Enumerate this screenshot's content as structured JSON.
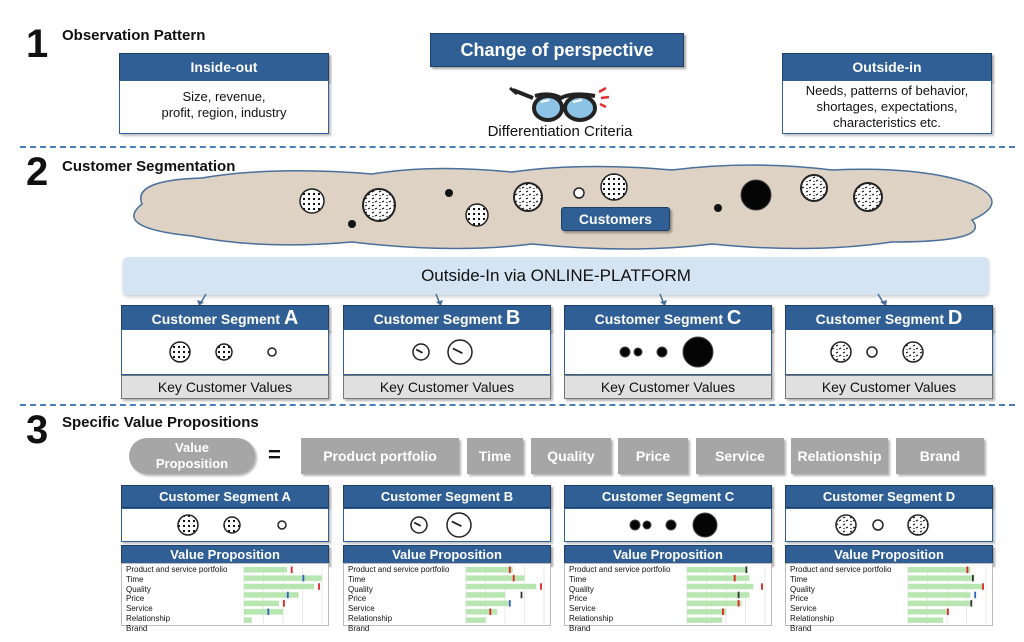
{
  "section1": {
    "number": "1",
    "title": "Observation Pattern",
    "inside_out": {
      "header": "Inside-out",
      "body": "Size, revenue,\nprofit, region, industry"
    },
    "change": "Change of perspective",
    "differentiation": "Differentiation Criteria",
    "outside_in": {
      "header": "Outside-in",
      "body": "Needs, patterns of behavior,\nshortages, expectations,\ncharacteristics etc."
    }
  },
  "section2": {
    "number": "2",
    "title": "Customer Segmentation",
    "customers_label": "Customers",
    "platform_banner": "Outside-In via ONLINE-PLATFORM",
    "segments": [
      {
        "prefix": "Customer Segment ",
        "letter": "A",
        "footer": "Key Customer Values"
      },
      {
        "prefix": "Customer Segment ",
        "letter": "B",
        "footer": "Key Customer Values"
      },
      {
        "prefix": "Customer Segment ",
        "letter": "C",
        "footer": "Key Customer Values"
      },
      {
        "prefix": "Customer Segment ",
        "letter": "D",
        "footer": "Key Customer Values"
      }
    ]
  },
  "section3": {
    "number": "3",
    "title": "Specific Value Propositions",
    "value_label": "Value\nProposition",
    "equals": "=",
    "factors": [
      "Product portfolio",
      "Time",
      "Quality",
      "Price",
      "Service",
      "Relationship",
      "Brand"
    ],
    "segments": [
      {
        "header": "Customer Segment A",
        "vp_header": "Value Proposition"
      },
      {
        "header": "Customer Segment B",
        "vp_header": "Value Proposition"
      },
      {
        "header": "Customer Segment C",
        "vp_header": "Value Proposition"
      },
      {
        "header": "Customer Segment D",
        "vp_header": "Value Proposition"
      }
    ],
    "vp_rows": [
      "Product and service portfolio",
      "Time",
      "Quality",
      "Price",
      "Service",
      "Relationship",
      "Brand"
    ],
    "vp_bars": [
      [
        0.55,
        1.0,
        0.9,
        0.7,
        0.45,
        0.5,
        0.1
      ],
      [
        0.6,
        0.75,
        0.9,
        0.5,
        0.55,
        0.4,
        0.25
      ],
      [
        0.75,
        0.8,
        0.85,
        0.8,
        0.7,
        0.5,
        0.45
      ],
      [
        0.8,
        0.85,
        0.95,
        0.8,
        0.8,
        0.5,
        0.45
      ]
    ],
    "colors": {
      "bar": "#b8e6b0",
      "marker_red": "#e02020",
      "marker_blue": "#3060c0",
      "marker_dark": "#333333"
    }
  }
}
